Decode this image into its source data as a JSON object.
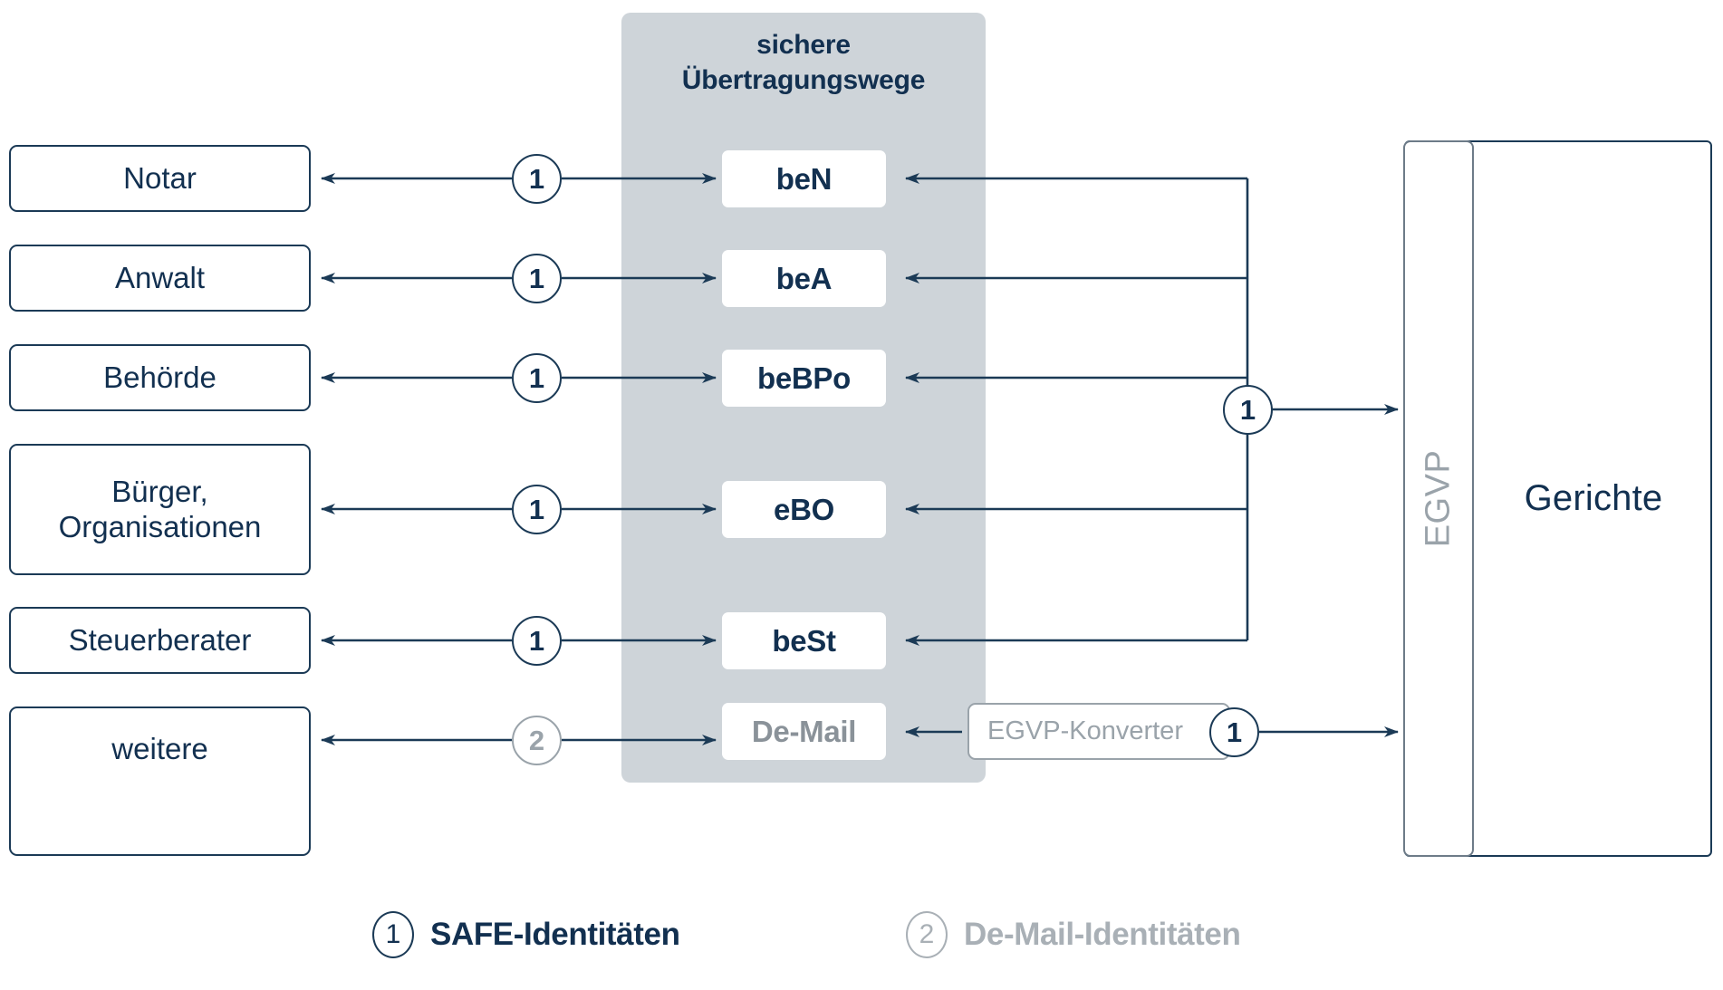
{
  "diagram": {
    "band": {
      "title_line1": "sichere",
      "title_line2": "Übertragungswege",
      "color": "#ced4d9"
    },
    "senders": [
      {
        "label": "Notar"
      },
      {
        "label": "Anwalt"
      },
      {
        "label": "Behörde"
      },
      {
        "label": "Bürger, Organisationen",
        "line1": "Bürger,",
        "line2": "Organisationen"
      },
      {
        "label": "Steuerberater"
      },
      {
        "label": "weitere"
      }
    ],
    "channels": [
      {
        "label": "beN",
        "identity": "1",
        "muted": false
      },
      {
        "label": "beA",
        "identity": "1",
        "muted": false
      },
      {
        "label": "beBPo",
        "identity": "1",
        "muted": false
      },
      {
        "label": "eBO",
        "identity": "1",
        "muted": false
      },
      {
        "label": "beSt",
        "identity": "1",
        "muted": false
      },
      {
        "label": "De-Mail",
        "identity": "2",
        "muted": true
      }
    ],
    "converter": {
      "label": "EGVP-Konverter",
      "identity": "1"
    },
    "bus": {
      "identity": "1"
    },
    "receiver": {
      "strip_label": "EGVP",
      "label": "Gerichte"
    },
    "legend": [
      {
        "number": "1",
        "label": "SAFE-Identitäten",
        "muted": false
      },
      {
        "number": "2",
        "label": "De-Mail-Identitäten",
        "muted": true
      }
    ],
    "colors": {
      "navy": "#123050",
      "outline": "#1b3a56",
      "grey": "#9aa3aa",
      "band": "#ced4d9"
    }
  }
}
